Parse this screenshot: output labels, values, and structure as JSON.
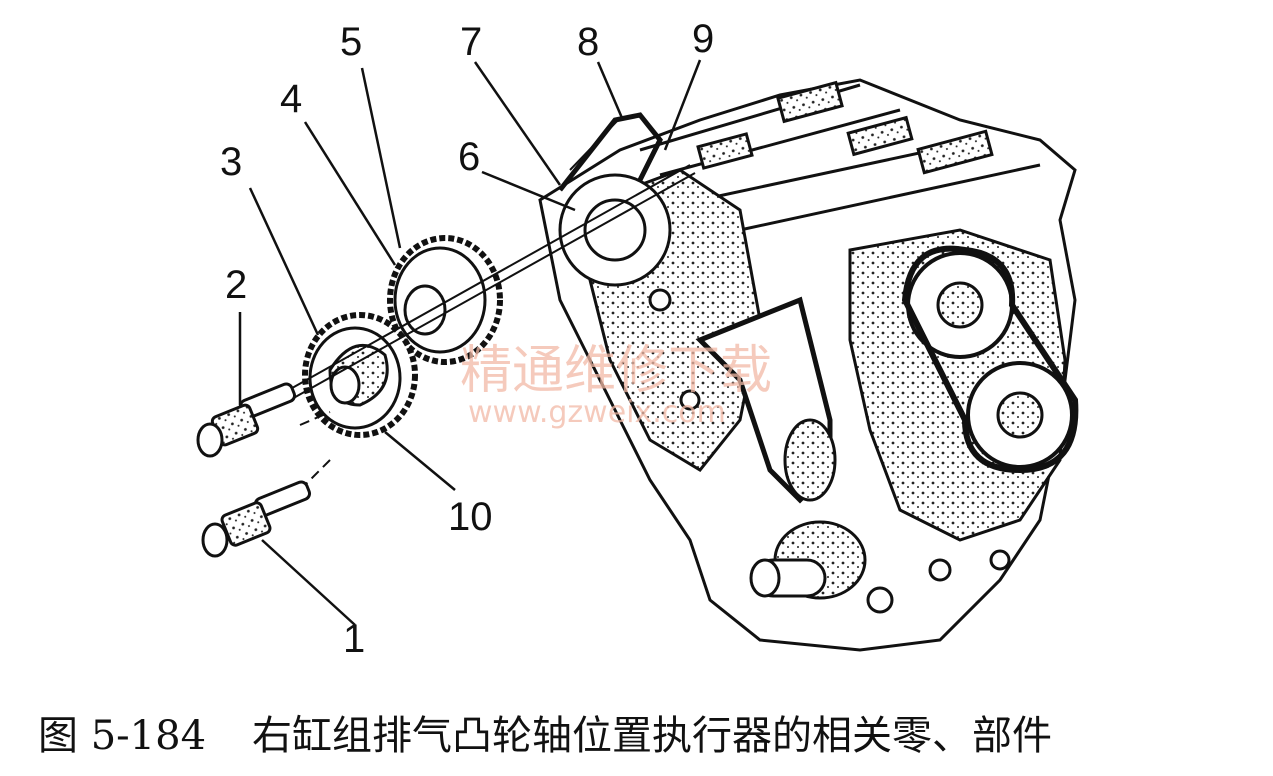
{
  "figure": {
    "callouts": [
      "1",
      "2",
      "3",
      "4",
      "5",
      "6",
      "7",
      "8",
      "9",
      "10"
    ]
  },
  "watermark": {
    "text": "精通维修下载",
    "url": "www.gzweix.com"
  },
  "caption": {
    "number": "图 5-184",
    "text": "右缸组排气凸轮轴位置执行器的相关零、部件"
  }
}
